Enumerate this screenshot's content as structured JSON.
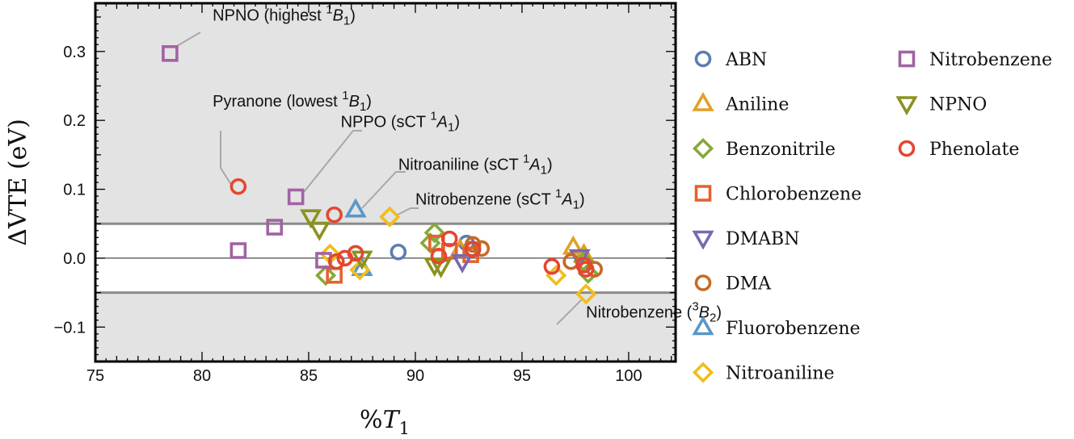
{
  "chart_data": {
    "type": "scatter",
    "xlabel": "%T",
    "xlabel_sub": "1",
    "ylabel": "ΔVTE (eV)",
    "xlim": [
      75,
      102.2
    ],
    "ylim": [
      -0.15,
      0.37
    ],
    "x_ticks": [
      75,
      80,
      85,
      90,
      95,
      100
    ],
    "x_tick_labels": [
      "75",
      "80",
      "85",
      "90",
      "95",
      "100"
    ],
    "y_ticks": [
      -0.1,
      0.0,
      0.1,
      0.2,
      0.3
    ],
    "y_tick_labels": [
      "−0.1",
      "0.0",
      "0.1",
      "0.2",
      "0.3"
    ],
    "band": [
      -0.05,
      0.05
    ],
    "background": "#e3e3e3",
    "band_color": "#ffffff",
    "legend_position": "right",
    "series": [
      {
        "name": "ABN",
        "marker": "circle",
        "color": "#5B7DB1",
        "points": [
          [
            89.2,
            0.009
          ],
          [
            92.4,
            0.022
          ],
          [
            92.6,
            0.013
          ]
        ]
      },
      {
        "name": "Aniline",
        "marker": "triangle-up",
        "color": "#E1A027",
        "points": [
          [
            92.1,
            0.012
          ],
          [
            97.4,
            0.016
          ],
          [
            97.9,
            0.005
          ]
        ]
      },
      {
        "name": "Benzonitrile",
        "marker": "diamond",
        "color": "#86A93A",
        "points": [
          [
            85.8,
            -0.025
          ],
          [
            90.7,
            0.022
          ],
          [
            90.9,
            0.037
          ],
          [
            97.9,
            -0.005
          ],
          [
            98.1,
            -0.022
          ]
        ]
      },
      {
        "name": "Chlorobenzene",
        "marker": "square",
        "color": "#E5622E",
        "points": [
          [
            86.2,
            -0.025
          ],
          [
            91.0,
            0.022
          ],
          [
            91.6,
            0.01
          ],
          [
            92.6,
            0.005
          ]
        ]
      },
      {
        "name": "DMABN",
        "marker": "triangle-down",
        "color": "#7A68B3",
        "points": [
          [
            92.2,
            -0.005
          ],
          [
            97.7,
            0.002
          ]
        ]
      },
      {
        "name": "DMA",
        "marker": "circle",
        "color": "#C76A24",
        "points": [
          [
            92.7,
            0.02
          ],
          [
            93.1,
            0.014
          ],
          [
            97.3,
            -0.005
          ],
          [
            98.4,
            -0.016
          ]
        ]
      },
      {
        "name": "Fluorobenzene",
        "marker": "triangle-up",
        "color": "#5897C9",
        "points": [
          [
            87.2,
            0.07
          ],
          [
            87.5,
            -0.015
          ]
        ]
      },
      {
        "name": "Nitroaniline",
        "marker": "diamond",
        "color": "#F1BD1A",
        "points": [
          [
            88.8,
            0.06
          ],
          [
            86.0,
            0.006
          ],
          [
            87.4,
            -0.017
          ],
          [
            96.6,
            -0.025
          ],
          [
            98.0,
            -0.052
          ]
        ]
      },
      {
        "name": "Nitrobenzene",
        "marker": "square",
        "color": "#A163A3",
        "points": [
          [
            78.5,
            0.297
          ],
          [
            84.4,
            0.089
          ],
          [
            83.4,
            0.045
          ],
          [
            81.7,
            0.011
          ],
          [
            85.7,
            -0.003
          ]
        ]
      },
      {
        "name": "NPNO",
        "marker": "triangle-down",
        "color": "#8C9220",
        "points": [
          [
            85.1,
            0.06
          ],
          [
            85.5,
            0.042
          ],
          [
            87.5,
            0.0
          ],
          [
            90.9,
            -0.01
          ],
          [
            91.2,
            -0.012
          ]
        ]
      },
      {
        "name": "Phenolate",
        "marker": "circle",
        "color": "#E5462F",
        "points": [
          [
            81.7,
            0.104
          ],
          [
            86.2,
            0.063
          ],
          [
            86.3,
            -0.005
          ],
          [
            86.7,
            0.0
          ],
          [
            87.2,
            0.007
          ],
          [
            91.1,
            0.003
          ],
          [
            91.6,
            0.028
          ],
          [
            92.7,
            0.013
          ],
          [
            96.4,
            -0.012
          ],
          [
            97.9,
            -0.01
          ],
          [
            98.0,
            -0.016
          ]
        ]
      }
    ],
    "annotations": [
      {
        "pre": "NPNO (highest ",
        "sup": "1",
        "it": "B",
        "sub": "1",
        "post": ")",
        "target": [
          78.5,
          0.297
        ],
        "text_at": [
          80.5,
          0.345
        ]
      },
      {
        "pre": "Pyranone (lowest ",
        "sup": "1",
        "it": "B",
        "sub": "1",
        "post": ")",
        "target": [
          81.7,
          0.104
        ],
        "text_at": [
          80.5,
          0.22
        ]
      },
      {
        "pre": "NPPO (sCT ",
        "sup": "1",
        "it": "A",
        "sub": "1",
        "post": ")",
        "target": [
          84.4,
          0.089
        ],
        "text_at": [
          86.5,
          0.19
        ]
      },
      {
        "pre": "Nitroaniline (sCT ",
        "sup": "1",
        "it": "A",
        "sub": "1",
        "post": ")",
        "target": [
          87.2,
          0.07
        ],
        "text_at": [
          89.2,
          0.128
        ]
      },
      {
        "pre": "Nitrobenzene (sCT ",
        "sup": "1",
        "it": "A",
        "sub": "1",
        "post": ")",
        "target": [
          88.8,
          0.06
        ],
        "text_at": [
          90.0,
          0.078
        ]
      },
      {
        "pre": "Nitrobenzene (",
        "sup": "3",
        "it": "B",
        "sub": "2",
        "post": ")",
        "target": [
          98.0,
          -0.052
        ],
        "text_at": [
          98.0,
          -0.086
        ]
      }
    ]
  }
}
